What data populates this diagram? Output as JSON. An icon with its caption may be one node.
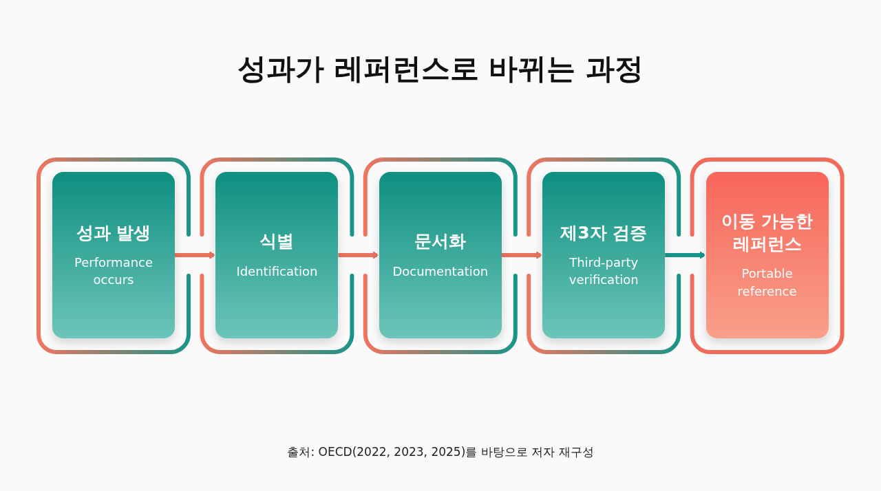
{
  "diagram": {
    "title": "성과가 레퍼런스로 바뀌는 과정",
    "caption": "출처: OECD(2022, 2023, 2025)를 바탕으로 저자 재구성",
    "nodes": [
      {
        "text": [
          "성과 발생",
          "Performance occurs"
        ]
      },
      {
        "text": [
          "식별",
          "Identification"
        ]
      },
      {
        "text": [
          "문서화",
          "Documentation"
        ]
      },
      {
        "text": [
          "제3자 검증",
          "Third-party verification"
        ]
      },
      {
        "text": [
          "이동 가능한 레퍼런스",
          "Portable reference"
        ]
      }
    ],
    "edges": [
      {
        "from": 0,
        "to": 1,
        "arrow": "to"
      },
      {
        "from": 1,
        "to": 2,
        "arrow": "to"
      },
      {
        "from": 2,
        "to": 3,
        "arrow": "to"
      },
      {
        "from": 3,
        "to": 4,
        "arrow": "to",
        "color": "#14978a"
      }
    ]
  }
}
